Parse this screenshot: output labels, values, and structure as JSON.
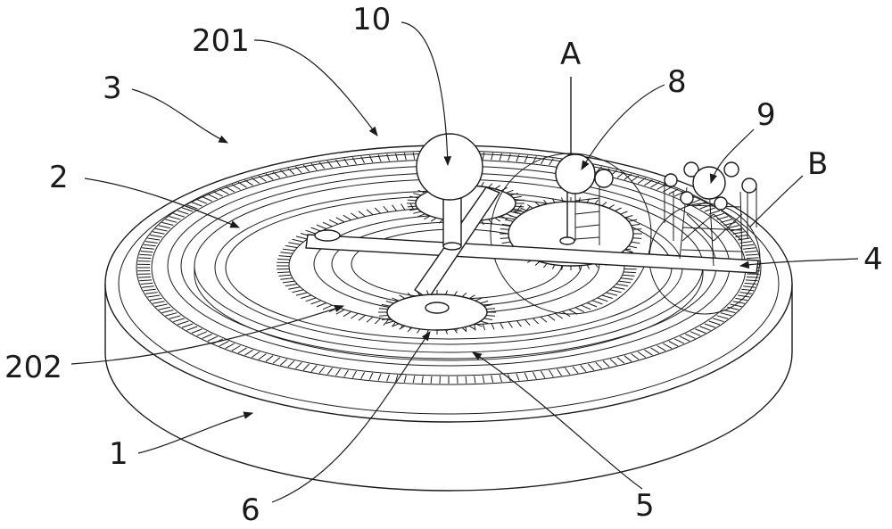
{
  "labels": {
    "l1": "1",
    "l2": "2",
    "l3": "3",
    "l4": "4",
    "l5": "5",
    "l6": "6",
    "l8": "8",
    "l9": "9",
    "l10": "10",
    "l201": "201",
    "l202": "202",
    "lA": "A",
    "lB": "B"
  }
}
